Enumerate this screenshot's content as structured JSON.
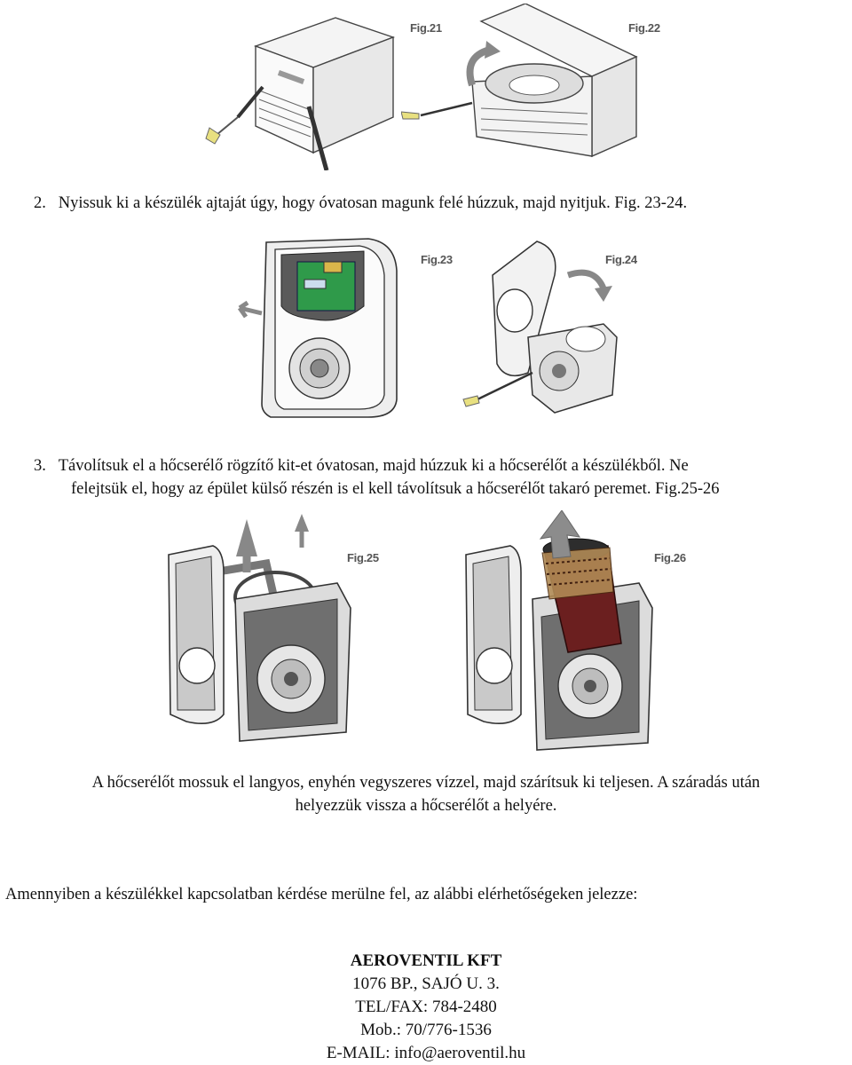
{
  "figures": {
    "fig21": "Fig.21",
    "fig22": "Fig.22",
    "fig23": "Fig.23",
    "fig24": "Fig.24",
    "fig25": "Fig.25",
    "fig26": "Fig.26"
  },
  "steps": [
    {
      "number": "2.",
      "text": "Nyissuk ki a készülék ajtaját úgy, hogy óvatosan magunk felé húzzuk, majd nyitjuk. Fig. 23-24."
    },
    {
      "number": "3.",
      "line1": "Távolítsuk el a hőcserélő rögzítő kit-et óvatosan, majd húzzuk ki a hőcserélőt a készülékből. Ne",
      "line2": "felejtsük el, hogy az épület külső részén is el kell távolítsuk a hőcserélőt takaró peremet. Fig.25-26"
    }
  ],
  "cleaning": {
    "line1": "A hőcserélőt mossuk el langyos, enyhén vegyszeres vízzel, majd szárítsuk ki teljesen. A száradás után",
    "line2": "helyezzük vissza a hőcserélőt a helyére."
  },
  "contact_intro": "Amennyiben a készülékkel kapcsolatban kérdése merülne fel, az alábbi elérhetőségeken jelezze:",
  "contact": {
    "company": "AEROVENTIL KFT",
    "address": "1076 BP., SAJÓ U. 3.",
    "telfax": "TEL/FAX: 784-2480",
    "mobile": "Mob.: 70/776-1536",
    "email": "E-MAIL: info@aeroventil.hu"
  }
}
